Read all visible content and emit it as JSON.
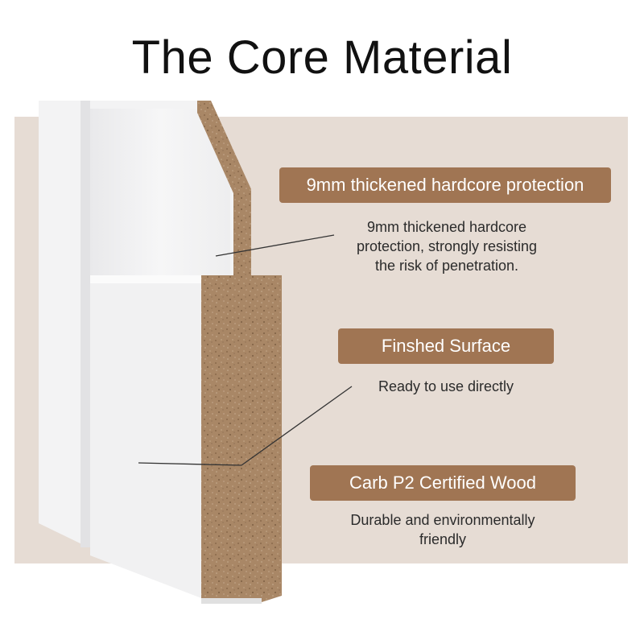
{
  "title": "The Core Material",
  "callouts": [
    {
      "label": "9mm thickened hardcore protection",
      "description_lines": [
        "9mm thickened hardcore",
        "protection, strongly resisting",
        "the risk of penetration."
      ]
    },
    {
      "label": "Finshed Surface",
      "description_lines": [
        "Ready to use directly"
      ]
    },
    {
      "label": "Carb P2 Certified Wood",
      "description_lines": [
        "Durable and environmentally",
        "friendly"
      ]
    }
  ],
  "colors": {
    "background_panel": "#e6dcd4",
    "label_fill": "#a07553",
    "core_wood": "#a98766",
    "door_white": "#f2f2f3"
  }
}
